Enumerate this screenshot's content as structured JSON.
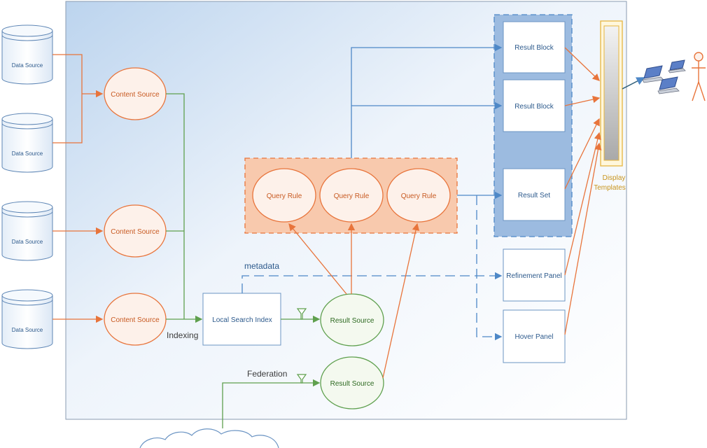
{
  "labels": {
    "data_source": "Data Source",
    "content_source": "Content Source",
    "query_rule": "Query Rule",
    "result_block": "Result Block",
    "result_set": "Result Set",
    "refinement_panel": "Refinement Panel",
    "hover_panel": "Hover Panel",
    "local_search_index": "Local Search Index",
    "result_source": "Result Source",
    "display_templates_line1": "Display",
    "display_templates_line2": "Templates",
    "metadata": "metadata",
    "indexing": "Indexing",
    "federation": "Federation"
  },
  "colors": {
    "orange": "#e8743b",
    "green": "#5fa04e",
    "blue": "#4e88c7",
    "ellipse_fill": "#fdf1ea",
    "qr_fill": "#f8c9ad",
    "panel_fill": "#9cbbe0",
    "gold": "#e6b640"
  }
}
